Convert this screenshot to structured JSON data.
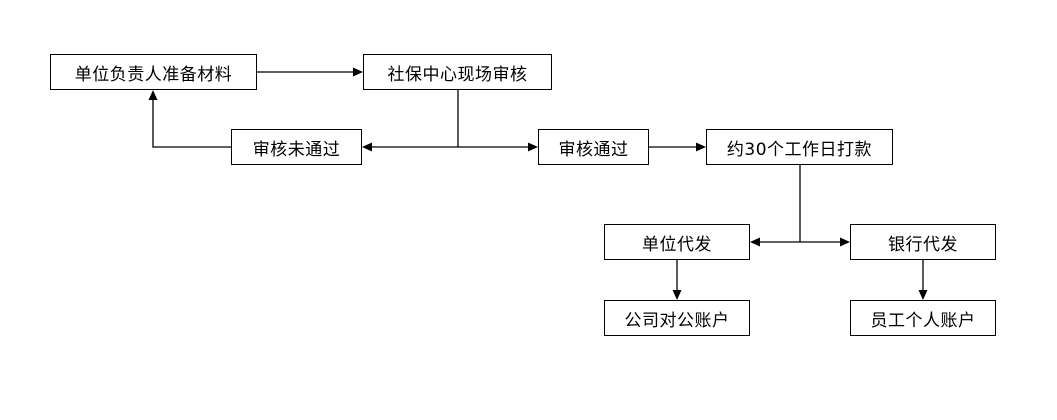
{
  "nodes": {
    "prepare": "单位负责人准备材料",
    "review": "社保中心现场审核",
    "fail": "审核未通过",
    "pass": "审核通过",
    "pay30": "约30个工作日打款",
    "unit_pay": "单位代发",
    "bank_pay": "银行代发",
    "corp_account": "公司对公账户",
    "staff_account": "员工个人账户"
  },
  "connections": [
    {
      "from": "prepare",
      "to": "review"
    },
    {
      "from": "review",
      "to": "fail"
    },
    {
      "from": "review",
      "to": "pass"
    },
    {
      "from": "fail",
      "to": "prepare"
    },
    {
      "from": "pass",
      "to": "pay30"
    },
    {
      "from": "pay30",
      "to": "unit_pay"
    },
    {
      "from": "pay30",
      "to": "bank_pay"
    },
    {
      "from": "unit_pay",
      "to": "corp_account"
    },
    {
      "from": "bank_pay",
      "to": "staff_account"
    }
  ],
  "colors": {
    "stroke": "#000000",
    "background": "#ffffff"
  }
}
